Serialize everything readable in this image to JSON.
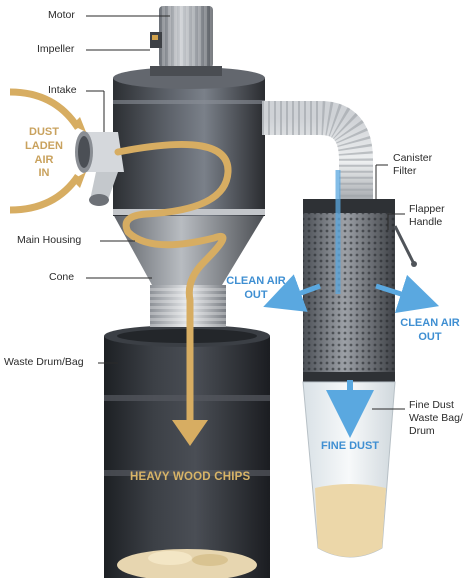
{
  "callouts": {
    "motor": "Motor",
    "impeller": "Impeller",
    "intake": "Intake",
    "main_housing": "Main Housing",
    "cone": "Cone",
    "waste_drum": "Waste Drum/Bag",
    "canister_filter": [
      "Canister",
      "Filter"
    ],
    "flapper_handle": [
      "Flapper",
      "Handle"
    ],
    "fine_dust_bag": [
      "Fine Dust",
      "Waste Bag/",
      "Drum"
    ]
  },
  "flow_labels": {
    "dust_laden_air_in": [
      "DUST",
      "LADEN",
      "AIR",
      "IN"
    ],
    "clean_air_out_left": [
      "CLEAN AIR",
      "OUT"
    ],
    "clean_air_out_right": [
      "CLEAN AIR",
      "OUT"
    ],
    "fine_dust": "FINE DUST",
    "heavy_wood_chips": "HEAVY WOOD CHIPS"
  },
  "colors": {
    "tan_flow": "#d7ad62",
    "clean_air_blue": "#5aa8e0",
    "metal_dark": "#3a3d42",
    "drum_dark": "#2a2d31"
  }
}
